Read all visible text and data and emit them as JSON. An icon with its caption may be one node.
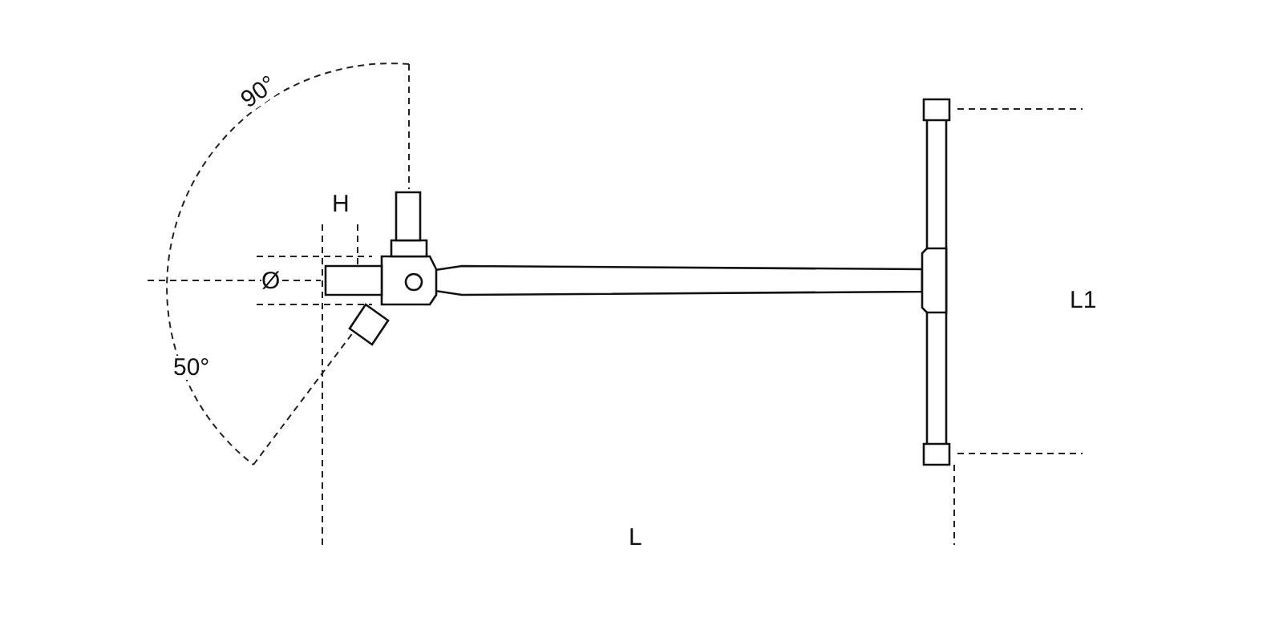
{
  "diagram": {
    "labels": [
      "90°",
      "H",
      "Ø",
      "L1",
      "50°",
      "L"
    ]
  }
}
